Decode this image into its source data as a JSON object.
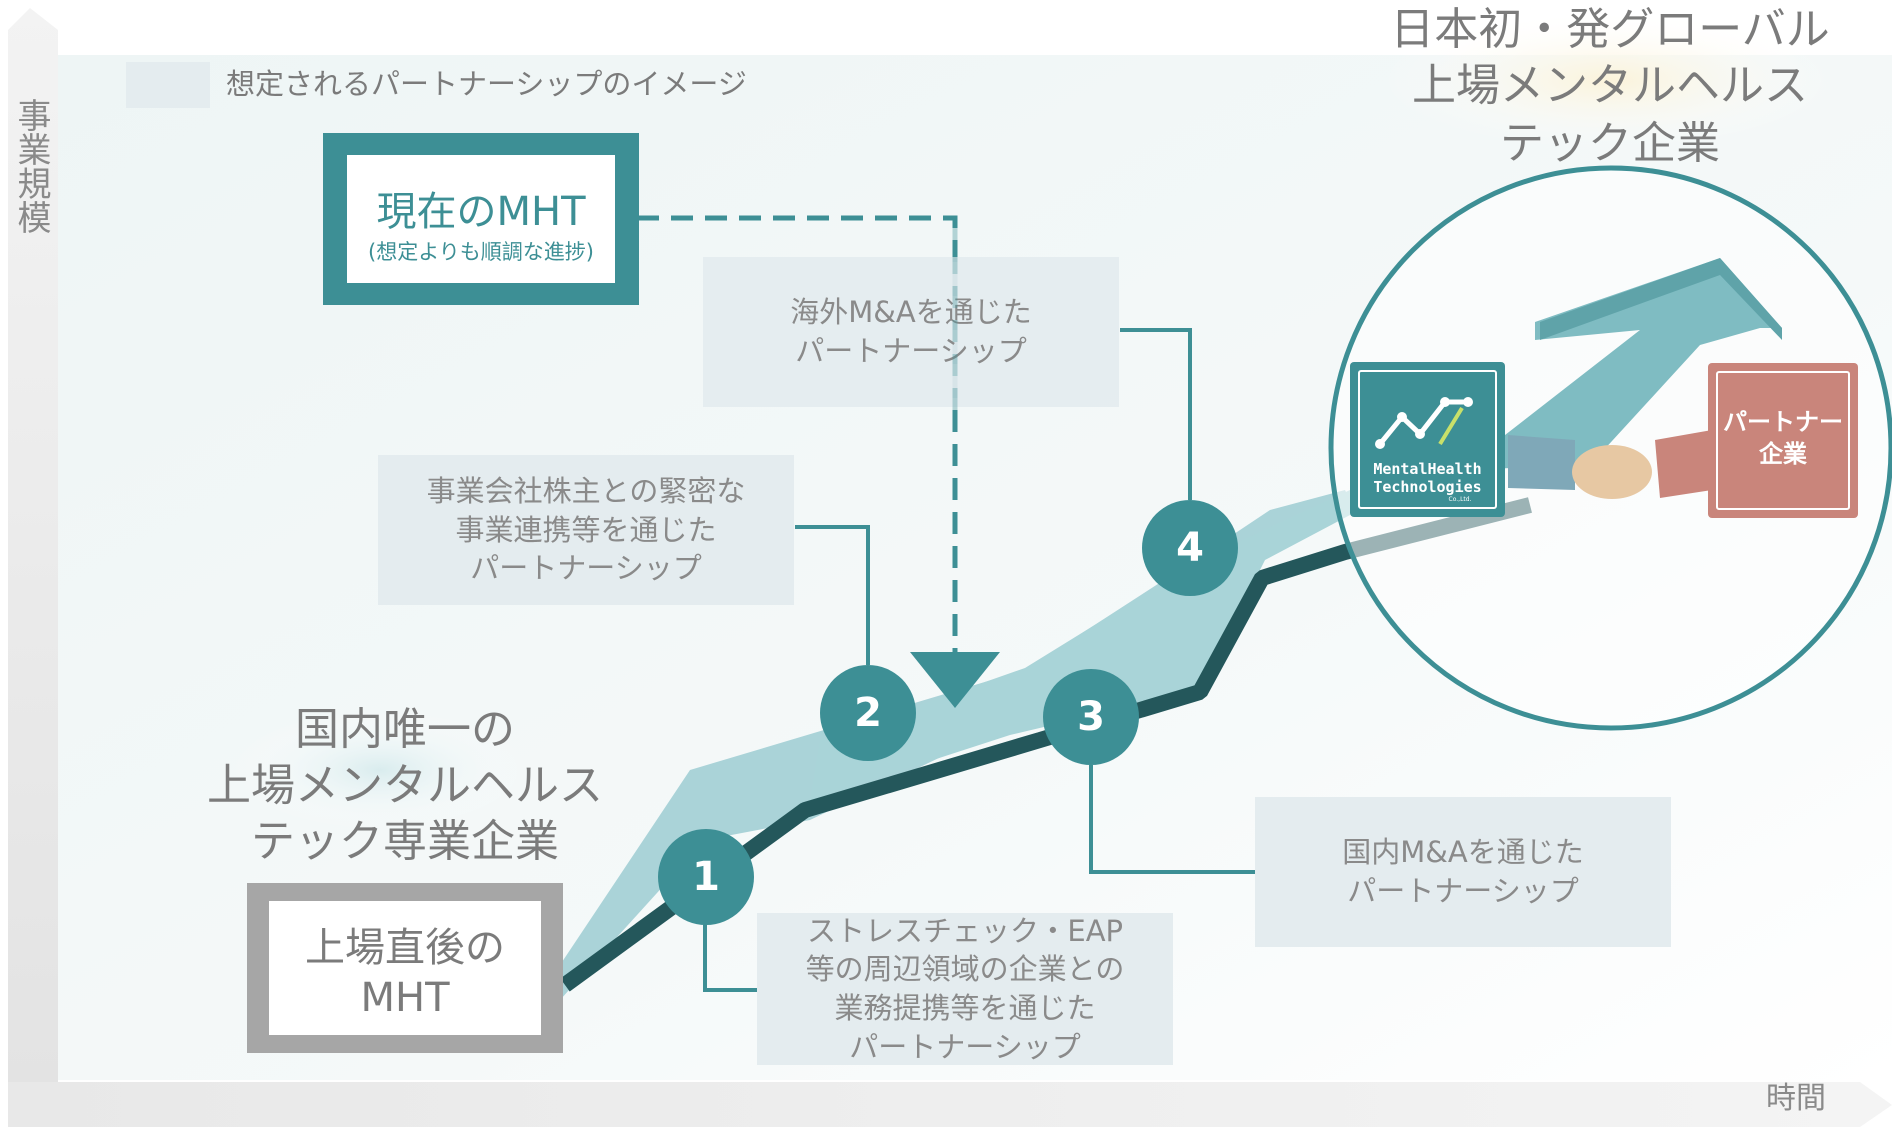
{
  "axes": {
    "y_label": "事業規模",
    "x_label": "時間"
  },
  "legend": {
    "label": "想定されるパートナーシップのイメージ"
  },
  "current": {
    "title": "現在のMHT",
    "subtitle": "(想定よりも順調な進捗)"
  },
  "start": {
    "line1": "上場直後の",
    "line2": "MHT"
  },
  "left_heading": {
    "line1": "国内唯一の",
    "line2": "上場メンタルヘルス",
    "line3": "テック専業企業"
  },
  "goal_heading": {
    "line1": "日本初・発グローバル",
    "line2": "上場メンタルヘルス",
    "line3": "テック企業"
  },
  "steps": [
    {
      "number": "1",
      "text": "ストレスチェック・EAP\n等の周辺領域の企業との\n業務提携等を通じた\nパートナーシップ"
    },
    {
      "number": "2",
      "text": "事業会社株主との緊密な\n事業連携等を通じた\nパートナーシップ"
    },
    {
      "number": "3",
      "text": "国内M&Aを通じた\nパートナーシップ"
    },
    {
      "number": "4",
      "text": "海外M&Aを通じた\nパートナーシップ"
    }
  ],
  "logo": {
    "line1": "MentalHealth",
    "line2": "Technologies",
    "line3": "Co.,Ltd."
  },
  "partner": {
    "line1": "パートナー",
    "line2": "企業"
  },
  "colors": {
    "teal": "#3d8f95",
    "teal_light": "#9bcbd0",
    "dark": "#24575b",
    "partner": "#c9857b",
    "grey_box": "#e4ecef"
  }
}
